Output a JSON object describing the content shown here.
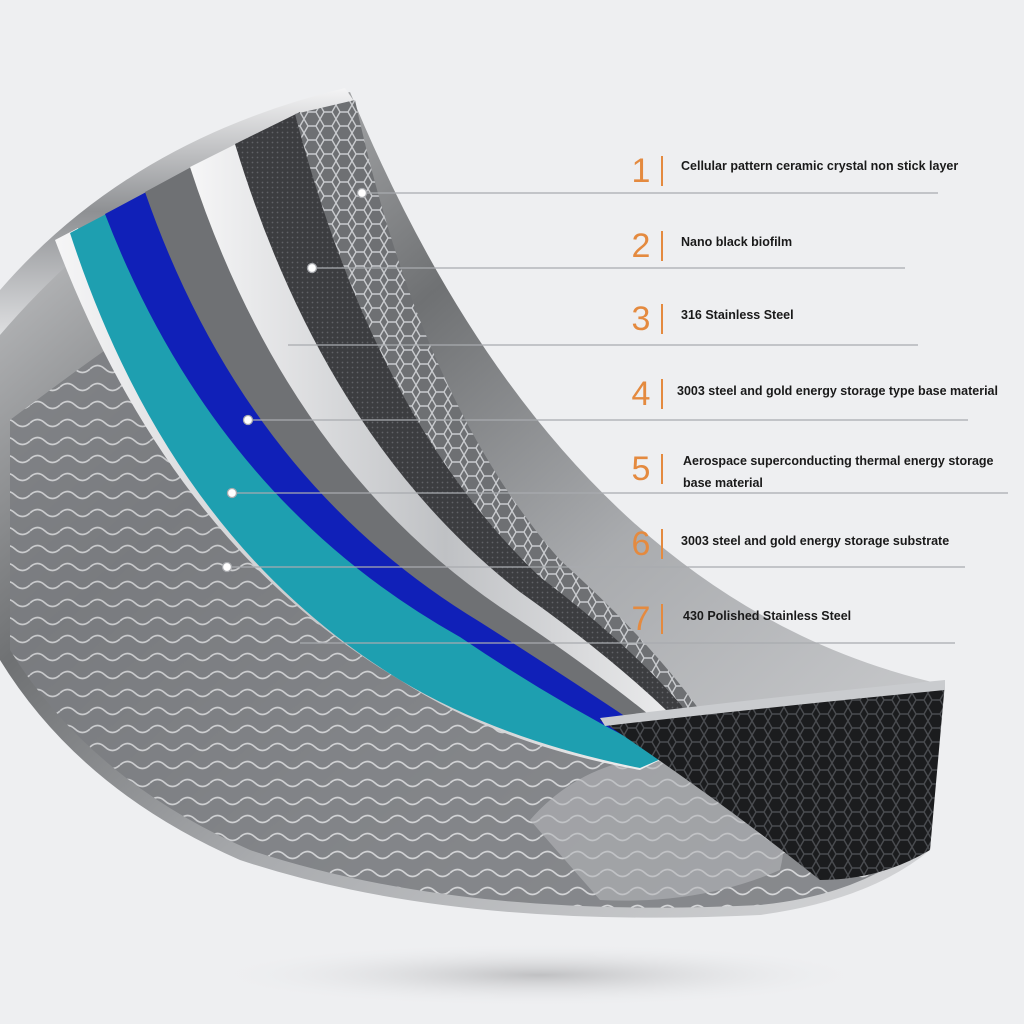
{
  "accent_color": "#e48a3f",
  "layers": [
    {
      "number": "1",
      "text": "Cellular pattern ceramic crystal non stick layer",
      "extra": ""
    },
    {
      "number": "2",
      "text": "Nano black biofilm",
      "extra": ""
    },
    {
      "number": "3",
      "text": "316 Stainless Steel",
      "extra": ""
    },
    {
      "number": "4",
      "text": "3003 steel and gold energy storage type base material",
      "extra": ""
    },
    {
      "number": "5",
      "text": "Aerospace superconducting thermal energy storage",
      "extra": "base material"
    },
    {
      "number": "6",
      "text": "3003 steel and gold energy storage substrate",
      "extra": ""
    },
    {
      "number": "7",
      "text": "430 Polished Stainless Steel",
      "extra": ""
    }
  ]
}
